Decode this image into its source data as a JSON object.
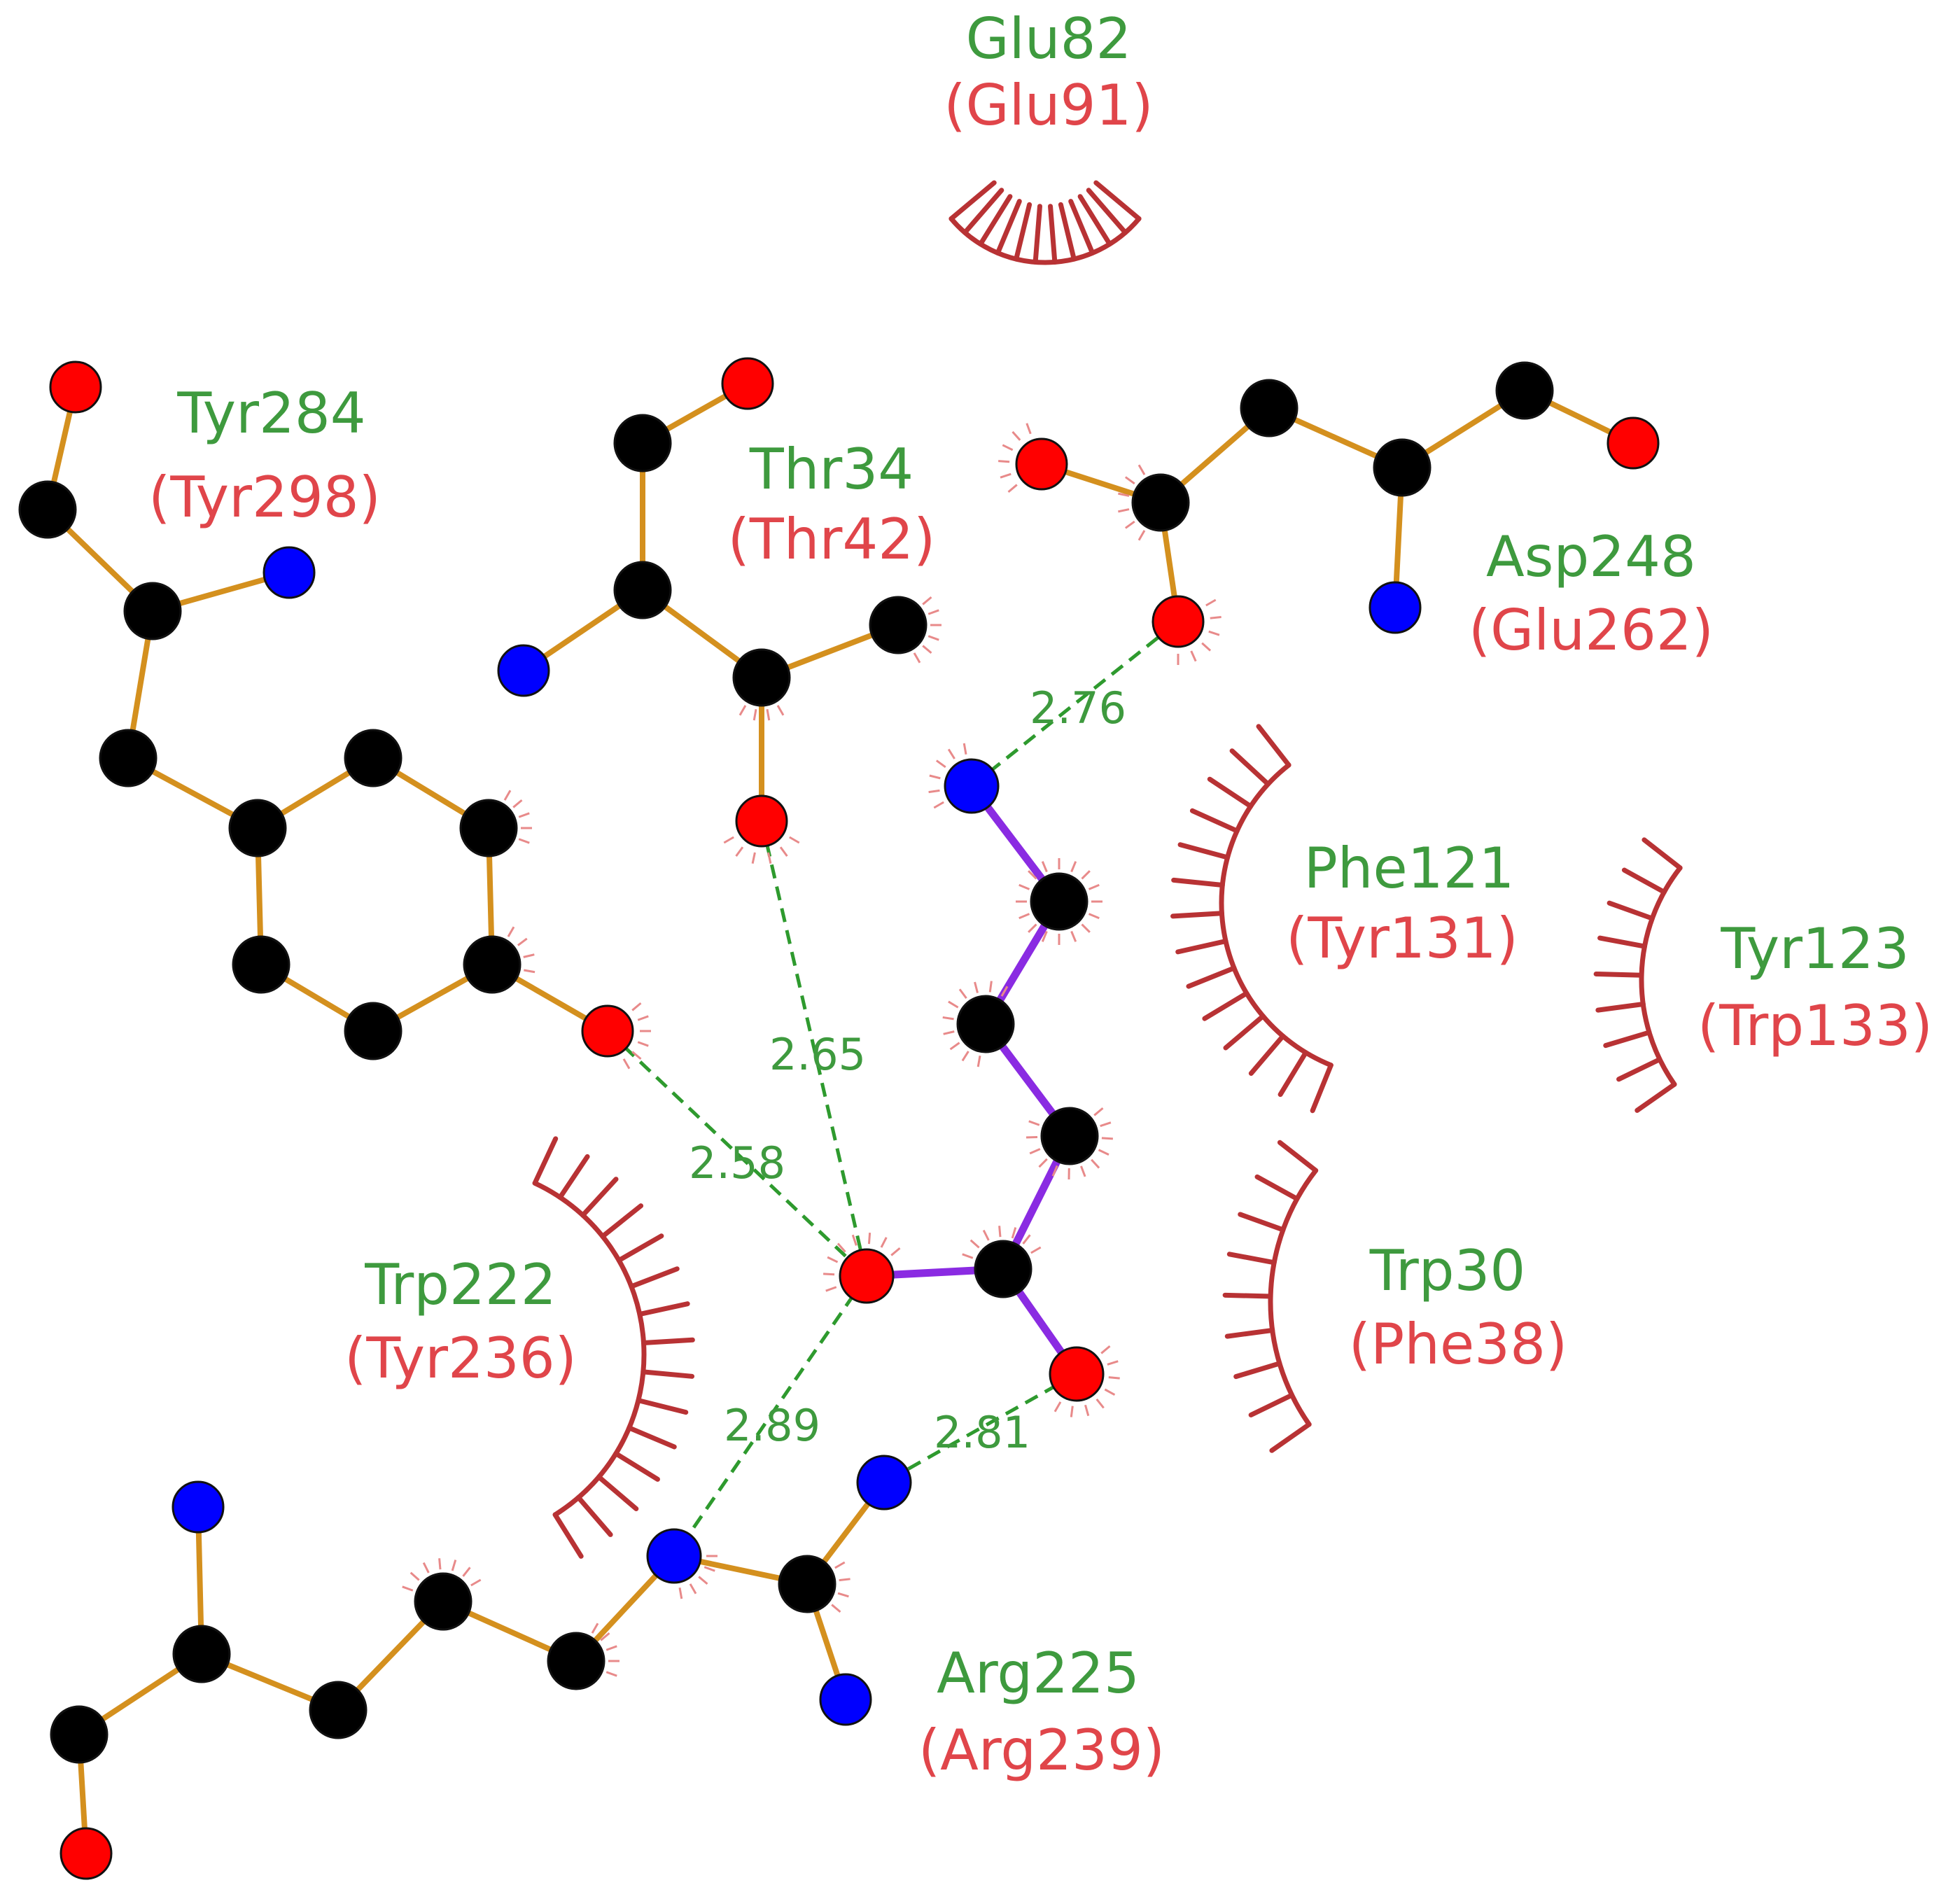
{
  "colors": {
    "residue_name": "#3e9a3e",
    "ligand_residue_name": "#e0454a",
    "carbon": "#000000",
    "oxygen": "#ff0000",
    "nitrogen": "#0000ff",
    "residue_bond": "#d4901e",
    "ligand_bond": "#8a2be2",
    "hbond": "#2e9a2e",
    "hydrophobic_arc": "#b83234"
  },
  "residues": {
    "glu82": {
      "name": "Glu82",
      "alt": "(Glu91)"
    },
    "tyr284": {
      "name": "Tyr284",
      "alt": "(Tyr298)"
    },
    "thr34": {
      "name": "Thr34",
      "alt": "(Thr42)"
    },
    "asp248": {
      "name": "Asp248",
      "alt": "(Glu262)"
    },
    "phe121": {
      "name": "Phe121",
      "alt": "(Tyr131)"
    },
    "tyr123": {
      "name": "Tyr123",
      "alt": "(Trp133)"
    },
    "trp222": {
      "name": "Trp222",
      "alt": "(Tyr236)"
    },
    "trp30": {
      "name": "Trp30",
      "alt": "(Phe38)"
    },
    "arg225": {
      "name": "Arg225",
      "alt": "(Arg239)"
    }
  },
  "hbonds": {
    "asp248_n": "2.76",
    "thr34_o": "2.65",
    "tyr284_o": "2.58",
    "arg225_ne": "2.89",
    "arg225_nh": "2.81"
  }
}
